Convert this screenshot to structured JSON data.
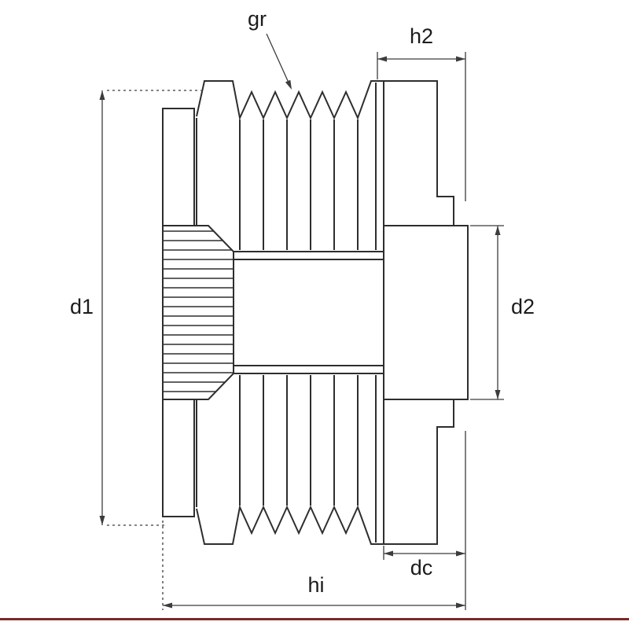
{
  "labels": {
    "gr": "gr",
    "h2": "h2",
    "d1": "d1",
    "d2": "d2",
    "dc": "dc",
    "hi": "hi"
  },
  "colors": {
    "outline": "#2e2e2e",
    "dimension": "#3c3c3c",
    "label_text": "#1c1c1c",
    "footer_rule": "#7a2a2a",
    "background": "#ffffff"
  }
}
